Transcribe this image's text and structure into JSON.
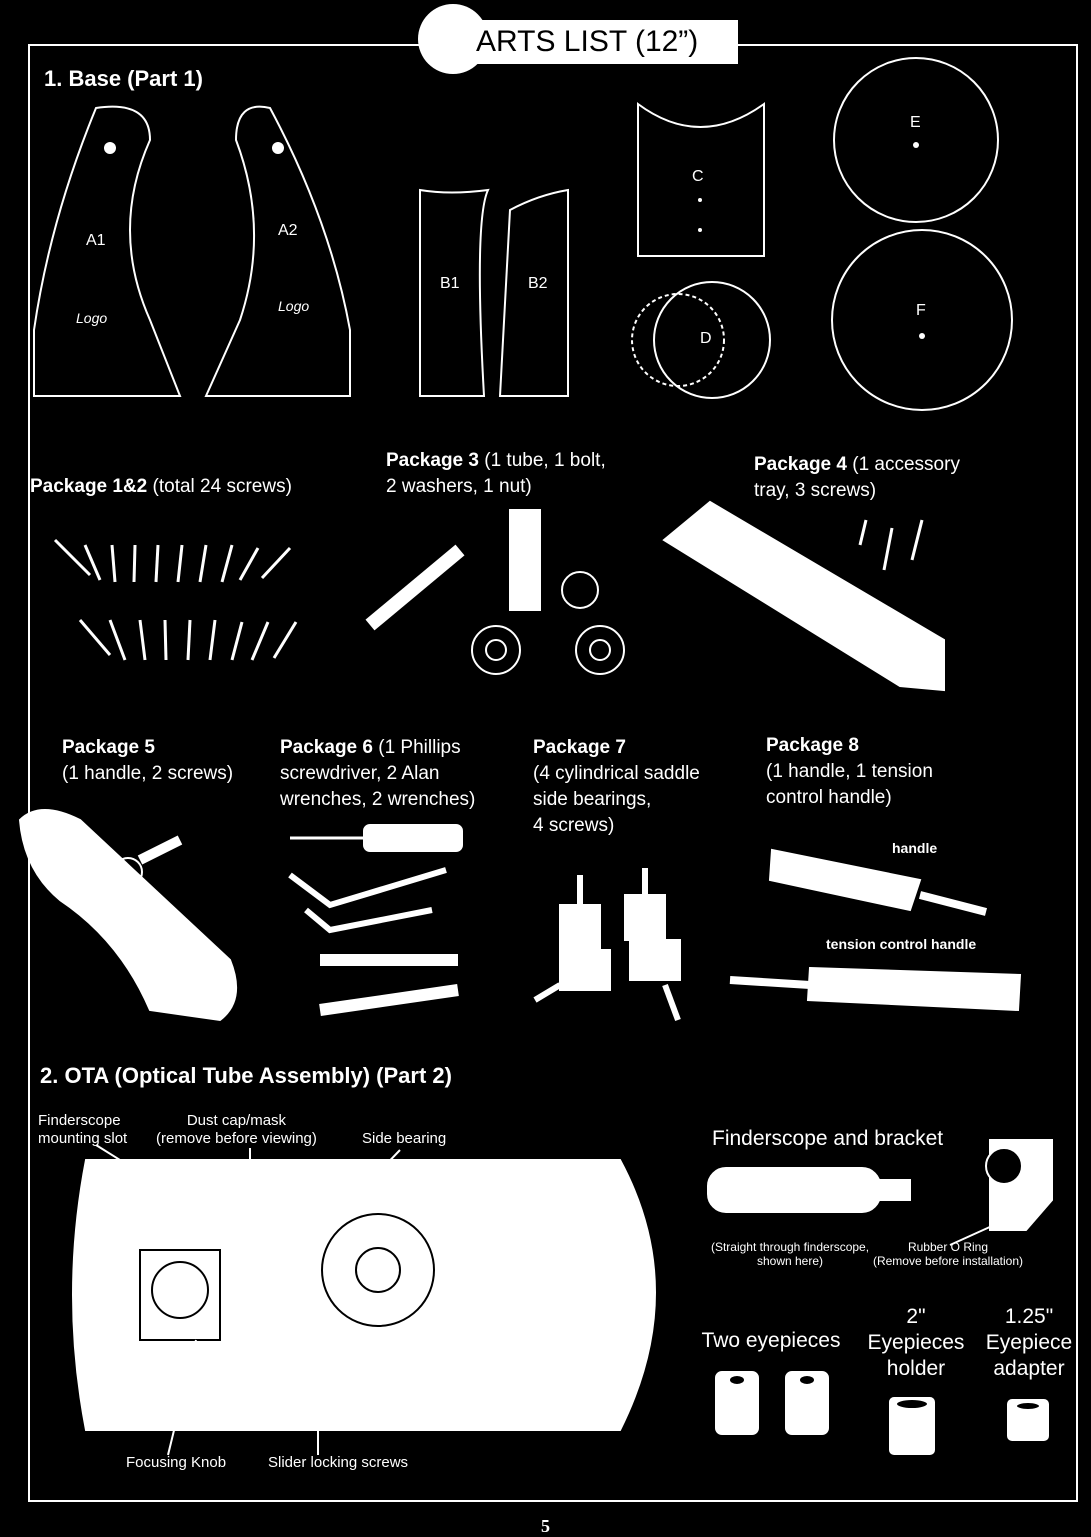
{
  "title": "ARTS LIST (12”)",
  "section1": "1. Base (Part 1)",
  "parts": {
    "a1": "A1",
    "a2": "A2",
    "logo": "Logo",
    "b1": "B1",
    "b2": "B2",
    "c": "C",
    "d": "D",
    "e": "E",
    "f": "F"
  },
  "packages": {
    "p12": {
      "name": "Package 1&2",
      "desc": "(total 24 screws)"
    },
    "p3": {
      "name": "Package 3",
      "desc1": "(1 tube, 1 bolt,",
      "desc2": "2 washers, 1 nut)"
    },
    "p4": {
      "name": "Package 4",
      "desc1": "(1 accessory",
      "desc2": "tray, 3 screws)"
    },
    "p5": {
      "name": "Package 5",
      "desc1": "(1 handle, 2 screws)"
    },
    "p6": {
      "name": "Package 6",
      "desc1": "(1 Phillips",
      "desc2": "screwdriver, 2 Alan",
      "desc3": "wrenches, 2 wrenches)"
    },
    "p7": {
      "name": "Package 7",
      "desc1": "(4 cylindrical saddle",
      "desc2": "side bearings,",
      "desc3": "4 screws)"
    },
    "p8": {
      "name": "Package 8",
      "desc1": "(1 handle, 1 tension",
      "desc2": "control handle)",
      "handle": "handle",
      "tension": "tension control handle"
    }
  },
  "section2": "2. OTA (Optical Tube Assembly) (Part 2)",
  "ota": {
    "finder_slot_1": "Finderscope",
    "finder_slot_2": "mounting slot",
    "dust_1": "Dust cap/mask",
    "dust_2": "(remove before viewing)",
    "side_bearing": "Side bearing",
    "focus_knob": "Focusing Knob",
    "slider": "Slider locking screws"
  },
  "finder": {
    "title": "Finderscope and bracket",
    "note1": "(Straight through finderscope,",
    "note2": "shown here)",
    "ring1": "Rubber O Ring",
    "ring2": "(Remove before installation)"
  },
  "eyepieces": {
    "two": "Two eyepieces",
    "holder1": "2\"",
    "holder2": "Eyepieces",
    "holder3": "holder",
    "adapter1": "1.25\"",
    "adapter2": "Eyepiece",
    "adapter3": "adapter"
  },
  "page_number": "5"
}
